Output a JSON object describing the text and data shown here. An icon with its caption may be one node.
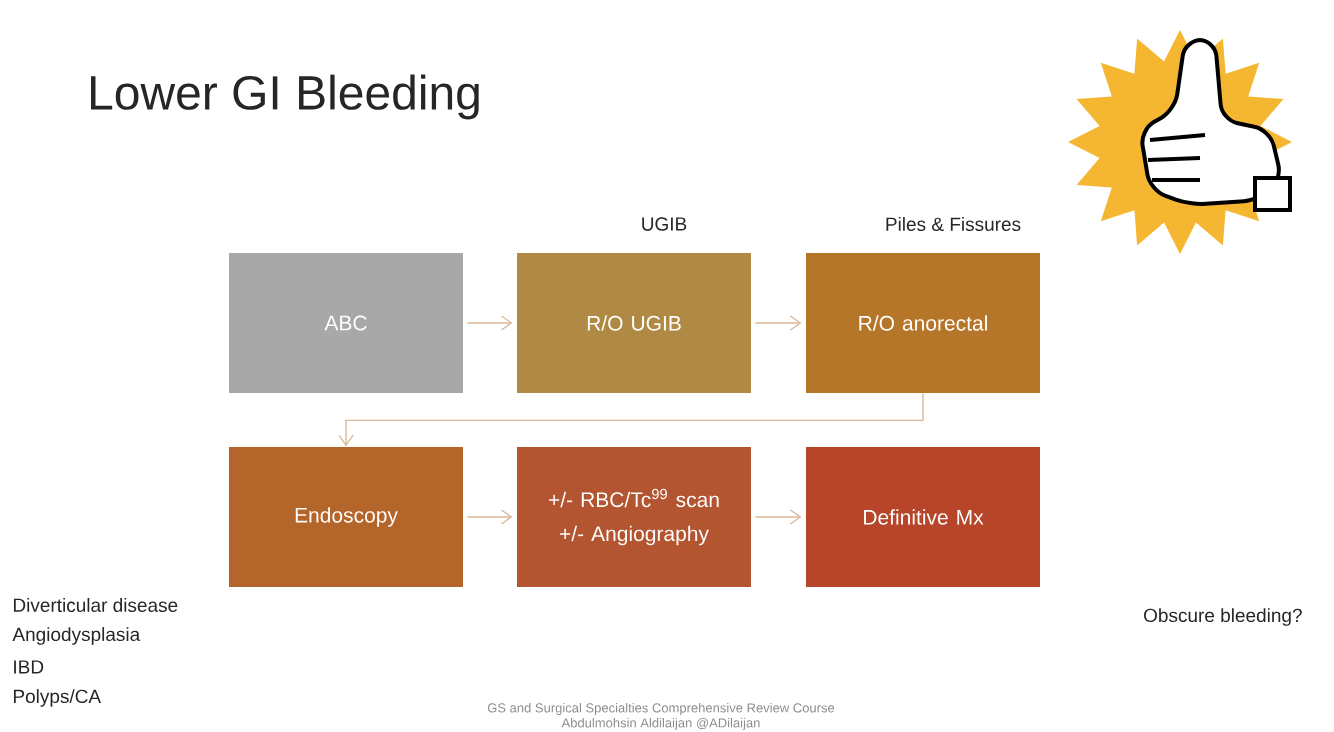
{
  "diagram": {
    "title": "Lower GI Bleeding",
    "nodes": [
      {
        "text": [
          "ABC"
        ]
      },
      {
        "text": [
          "R/O UGIB"
        ],
        "beside": [
          "UGIB"
        ]
      },
      {
        "text": [
          "R/O anorectal"
        ],
        "beside": [
          "Piles & Fissures"
        ]
      },
      {
        "text": [
          "Endoscopy"
        ]
      },
      {
        "text": [
          "+/- RBC/Tc$^{99}$ scan",
          "+/- Angiography"
        ]
      },
      {
        "text": [
          "Definitive Mx"
        ]
      }
    ],
    "edges": [
      {
        "from": 0,
        "to": 1,
        "arrow": "to"
      },
      {
        "from": 1,
        "to": 2,
        "arrow": "to"
      },
      {
        "from": 2,
        "to": 3,
        "arrow": "to"
      },
      {
        "from": 3,
        "to": 4,
        "arrow": "to"
      },
      {
        "from": 4,
        "to": 5,
        "arrow": "to"
      }
    ],
    "labels": [
      "Diverticular disease",
      "Angiodysplasia",
      "IBD",
      "Polyps/CA",
      "Obscure bleeding?",
      "GS and Surgical Specialties Comprehensive Review Course",
      "Abdulmohsin Aldilaijan @ADilaijan"
    ]
  }
}
